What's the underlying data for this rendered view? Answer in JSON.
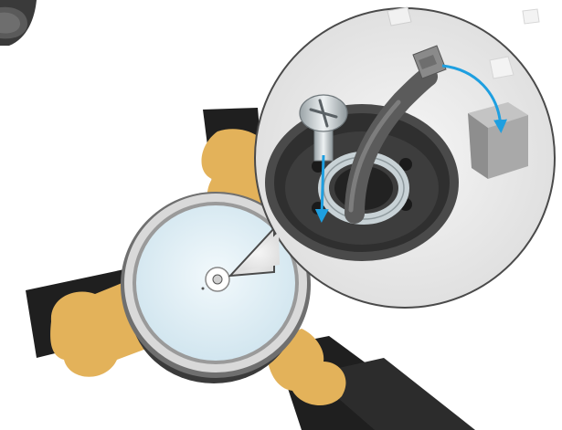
{
  "illustration": {
    "colors": {
      "background": "#ffffff",
      "arm_dark": "#1f1f1f",
      "arm_highlight": "#3a3a3a",
      "pad_gold": "#e3b25a",
      "pad_gold_shade": "#b8863a",
      "fixture_rim": "#d9d9d9",
      "fixture_rim_shadow": "#6f6f6f",
      "fixture_face": "#e4f1f7",
      "callout_fill": "#ececec",
      "callout_border": "#4a4a4a",
      "socket_dark": "#3d3d3d",
      "ring_metal": "#c8d2d6",
      "cable": "#5b5b5b",
      "connector": "#8a8a8a",
      "block": "#a9a9a9",
      "arrow_blue": "#1e9fe0"
    },
    "parts": [
      "hub-disc",
      "mounting-arm",
      "gold-pad",
      "light-fixture",
      "detail-callout",
      "mounting-screw",
      "cable",
      "connector",
      "terminal-block",
      "retaining-ring"
    ],
    "arrows": [
      "screw-insert-arrow",
      "connector-arrow"
    ]
  }
}
